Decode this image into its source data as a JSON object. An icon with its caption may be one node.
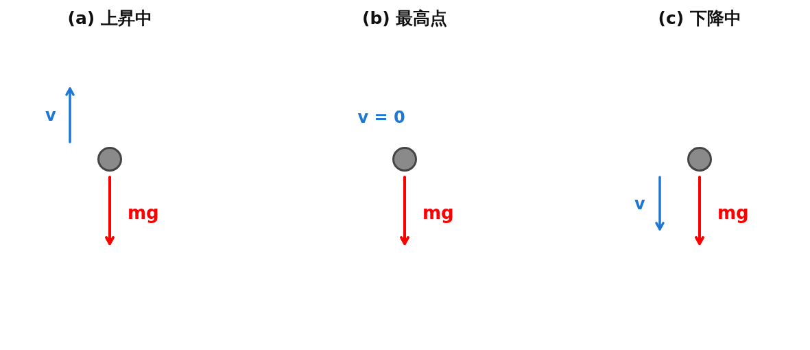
{
  "diagram": {
    "nodes": [
      {
        "text": [],
        "shape": "circle"
      },
      {
        "text": [],
        "shape": "circle"
      },
      {
        "text": [],
        "shape": "circle"
      }
    ],
    "labels": [
      "(a) 上昇中",
      "(b) 最高点",
      "(c) 下降中",
      "v",
      "v = 0",
      "mg",
      "mg",
      "v",
      "mg"
    ]
  }
}
